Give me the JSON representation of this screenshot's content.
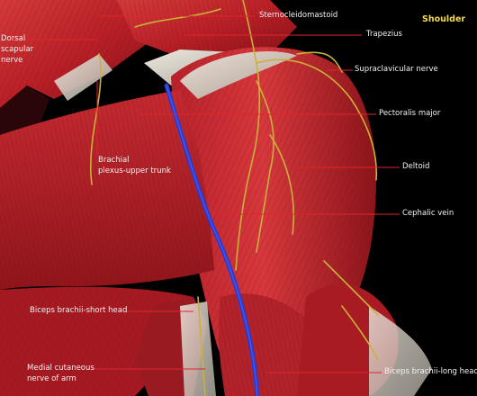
{
  "title": "Shoulder",
  "colors": {
    "background": "#000000",
    "muscle": "#c0222a",
    "nerve": "#c9b23a",
    "vein": "#2a3ad0",
    "tendon": "#d8d2c6",
    "title": "#f3d84a",
    "label_text": "#f2f2f2",
    "leader_line": "#e0242c"
  },
  "labels": {
    "sternocleidomastoid": "Sternocleidomastoid",
    "trapezius": "Trapezius",
    "dorsal_scapular_1": "Dorsal",
    "dorsal_scapular_2": "scapular",
    "dorsal_scapular_3": "nerve",
    "supraclavicular": "Supraclavicular nerve",
    "pectoralis_major": "Pectoralis major",
    "brachial_plexus_1": "Brachial",
    "brachial_plexus_2": "plexus-upper trunk",
    "deltoid": "Deltoid",
    "cephalic_vein": "Cephalic vein",
    "biceps_short": "Biceps brachii-short head",
    "medial_cutaneous_1": "Medial cutaneous",
    "medial_cutaneous_2": "nerve of arm",
    "biceps_long": "Biceps brachii-long head"
  }
}
